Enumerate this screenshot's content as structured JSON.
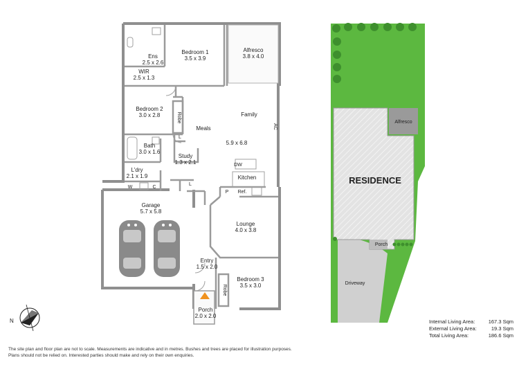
{
  "rooms": [
    {
      "id": "ens",
      "name": "Ens",
      "size": "2.5 x 2.6"
    },
    {
      "id": "bedroom1",
      "name": "Bedroom 1",
      "size": "3.5 x 3.9"
    },
    {
      "id": "alfresco",
      "name": "Alfresco",
      "size": "3.8 x 4.0"
    },
    {
      "id": "wir",
      "name": "WIR",
      "size": "2.5 x 1.3"
    },
    {
      "id": "bedroom2",
      "name": "Bedroom 2",
      "size": "3.0 x 2.8"
    },
    {
      "id": "meals",
      "name": "Meals",
      "size": ""
    },
    {
      "id": "family",
      "name": "Family",
      "size": "5.9 x 6.8"
    },
    {
      "id": "bath",
      "name": "Bath",
      "size": "3.0 x 1.6"
    },
    {
      "id": "study",
      "name": "Study",
      "size": "1.3 x 2.1"
    },
    {
      "id": "laundry",
      "name": "L'dry",
      "size": "2.1 x 1.9"
    },
    {
      "id": "kitchen",
      "name": "Kitchen",
      "size": ""
    },
    {
      "id": "garage",
      "name": "Garage",
      "size": "5.7 x 5.8"
    },
    {
      "id": "lounge",
      "name": "Lounge",
      "size": "4.0 x 3.8"
    },
    {
      "id": "entry",
      "name": "Entry",
      "size": "1.5 x 2.0"
    },
    {
      "id": "bedroom3",
      "name": "Bedroom 3",
      "size": "3.5 x 3.0"
    },
    {
      "id": "porch",
      "name": "Porch",
      "size": "2.0 x 2.0"
    }
  ],
  "small_labels": {
    "robe1": "Robe",
    "robe2": "Robe",
    "l1": "L",
    "l2": "L",
    "w": "W",
    "c": "C",
    "p": "P",
    "ref": "Ref.",
    "dw": "DW",
    "ac": "AC"
  },
  "site": {
    "residence": "RESIDENCE",
    "alfresco": "Alfresco",
    "porch": "Porch",
    "driveway": "Driveway"
  },
  "compass": {
    "north": "N"
  },
  "areas": [
    {
      "label": "Internal Living Area:",
      "value": "167.3 Sqm"
    },
    {
      "label": "External Living Area:",
      "value": "19.3 Sqm"
    },
    {
      "label": "Total Living Area:",
      "value": "186.6 Sqm"
    }
  ],
  "disclaimer": [
    "The site plan and floor plan are not to scale. Measurements are indicative and in metres. Bushes and trees are placed for illustration purposes.",
    "Plans should not be relied on. Interested parties should make and rely on their own enquiries."
  ],
  "colors": {
    "wall": "#8f8f8f",
    "grass": "#5cb840",
    "tree": "#3e8f2d",
    "house": "#d9d9d9",
    "door_arrow": "#f0921e"
  }
}
